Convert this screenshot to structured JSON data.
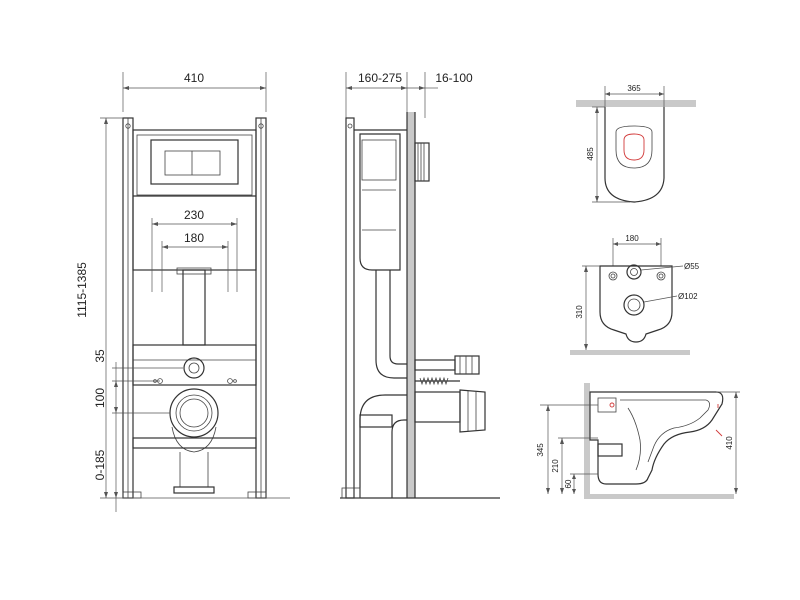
{
  "front_view": {
    "width": "410",
    "flush_plate_width": "230",
    "flush_plate_inner": "180",
    "height_range": "1115-1385",
    "dim_35": "35",
    "dim_100": "100",
    "dim_0_185": "0-185"
  },
  "side_view": {
    "depth_range": "160-275",
    "wall_offset": "16-100"
  },
  "top_view": {
    "width": "365",
    "depth": "485"
  },
  "rear_view": {
    "bolt_spacing": "180",
    "bolt_diameter": "Ø55",
    "outlet_diameter": "Ø102",
    "height": "310"
  },
  "profile_view": {
    "total_height": "345",
    "outlet_height": "210",
    "inlet_height": "60",
    "bowl_height": "410"
  }
}
